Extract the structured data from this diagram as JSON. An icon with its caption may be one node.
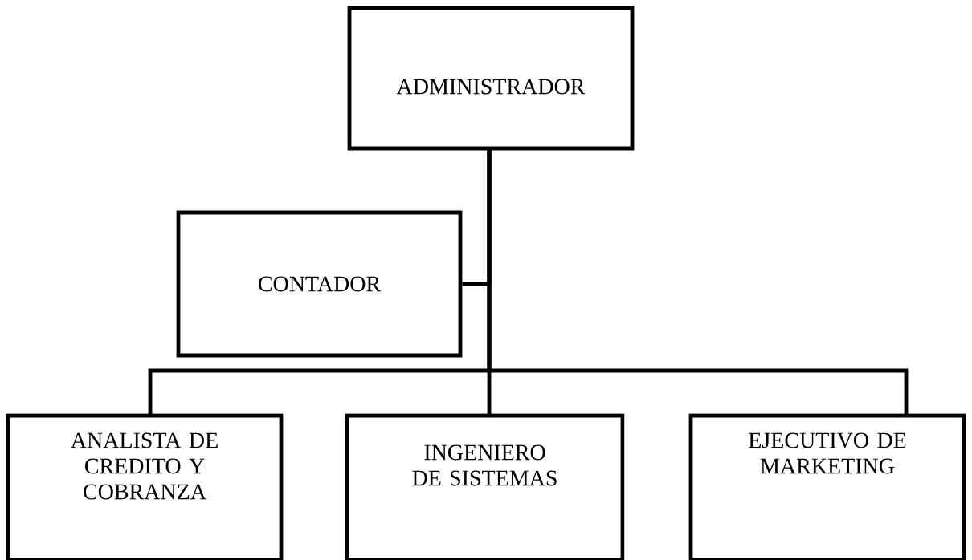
{
  "diagram": {
    "nodes": [
      {
        "text": [
          "ADMINISTRADOR"
        ]
      },
      {
        "text": [
          "CONTADOR"
        ]
      },
      {
        "text": [
          "ANALISTA DE CREDITO Y COBRANZA"
        ]
      },
      {
        "text": [
          "INGENIERO DE SISTEMAS"
        ]
      },
      {
        "text": [
          "EJECUTIVO DE MARKETING"
        ]
      }
    ],
    "edges": [
      {
        "from": 0,
        "to": 1,
        "arrow": "none"
      },
      {
        "from": 0,
        "to": 2,
        "arrow": "none"
      },
      {
        "from": 0,
        "to": 3,
        "arrow": "none"
      },
      {
        "from": 0,
        "to": 4,
        "arrow": "none"
      }
    ]
  }
}
